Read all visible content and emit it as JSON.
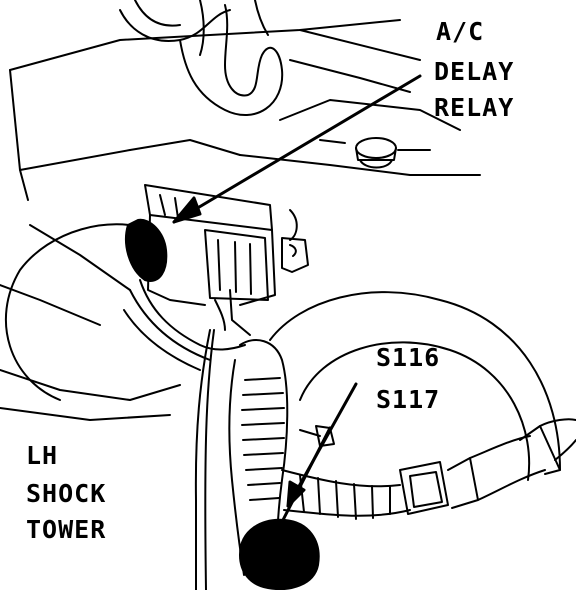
{
  "labels": {
    "ac": "A/C",
    "delay": "DELAY",
    "relay": "RELAY",
    "s116": "S116",
    "s117": "S117",
    "lh": "LH",
    "shock": "SHOCK",
    "tower": "TOWER"
  },
  "colors": {
    "ink": "#000000",
    "paper": "#ffffff"
  }
}
